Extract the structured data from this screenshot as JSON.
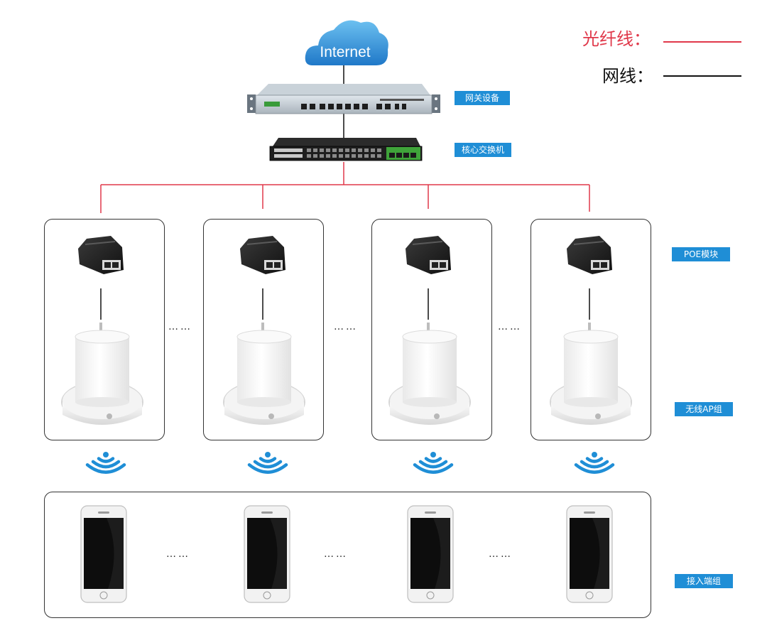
{
  "cloud": {
    "label": "Internet"
  },
  "legend": {
    "fiber": {
      "label": "光纤线：",
      "color": "#e0384a"
    },
    "cable": {
      "label": "网线：",
      "color": "#111111"
    }
  },
  "tags": {
    "gateway": "网关设备",
    "core_switch": "核心交换机",
    "poe": "POE模块",
    "ap_group": "无线AP组",
    "terminal_group": "接入端组"
  },
  "ellipsis": "……",
  "colors": {
    "accent": "#1f8ed6",
    "fiber": "#e0384a",
    "cable": "#111111",
    "cloud": "#2f8fd8",
    "wifi": "#1f8ed6"
  },
  "ap_units": [
    {
      "id": "ap-1"
    },
    {
      "id": "ap-2"
    },
    {
      "id": "ap-3"
    },
    {
      "id": "ap-4"
    }
  ],
  "phones": [
    {
      "id": "phone-1"
    },
    {
      "id": "phone-2"
    },
    {
      "id": "phone-3"
    },
    {
      "id": "phone-4"
    }
  ]
}
